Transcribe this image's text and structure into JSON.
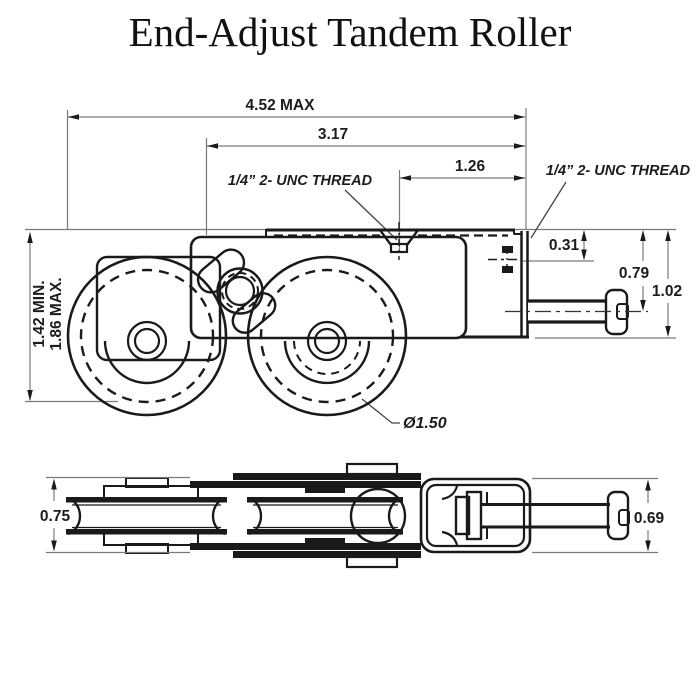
{
  "title": "End-Adjust Tandem Roller",
  "colors": {
    "ink": "#1a1a1a",
    "dimension_lines": "#7a7a7a",
    "background": "#ffffff"
  },
  "side_view": {
    "name": "side elevation view",
    "dims": {
      "overall_length": "4.52 MAX",
      "housing_length": "3.17",
      "adjuster_offset": "1.26",
      "thread_note_top": "1/4” 2- UNC THREAD",
      "thread_note_side": "1/4” 2- UNC THREAD",
      "top_to_adjuster": "0.31",
      "top_to_axle": "0.79",
      "housing_height": "1.02",
      "height_min": "1.42 MIN.",
      "height_max": "1.86 MAX.",
      "wheel_diameter": "Ø1.50"
    }
  },
  "plan_view": {
    "name": "bottom plan view",
    "dims": {
      "housing_width": "0.75",
      "bracket_width": "0.69"
    }
  }
}
